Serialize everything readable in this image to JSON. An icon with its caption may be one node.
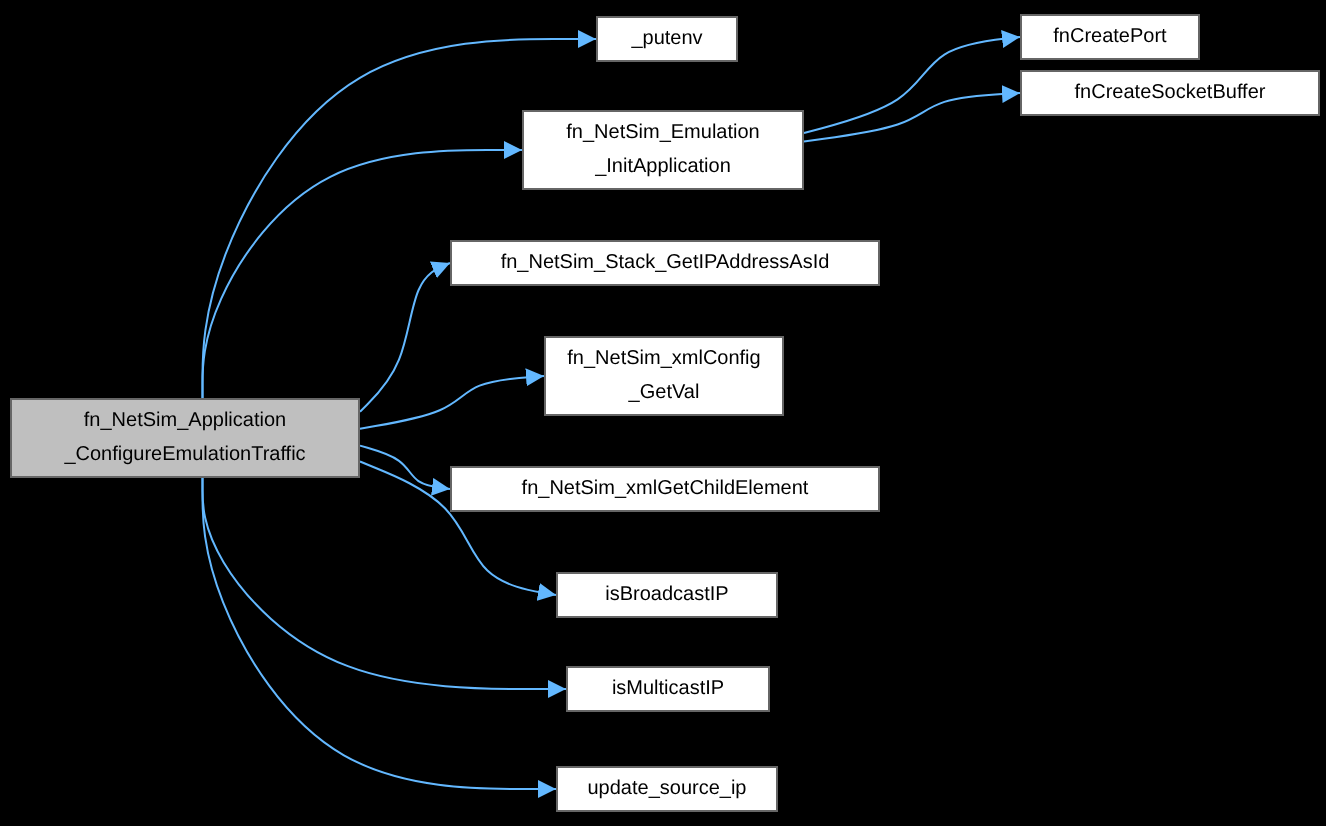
{
  "diagram": {
    "nodes": [
      {
        "text": [
          "fn_NetSim_Application _ConfigureEmulationTraffic"
        ]
      },
      {
        "text": [
          "_putenv"
        ]
      },
      {
        "text": [
          "fn_NetSim_Emulation _InitApplication"
        ]
      },
      {
        "text": [
          "fnCreatePort"
        ]
      },
      {
        "text": [
          "fnCreateSocketBuffer"
        ]
      },
      {
        "text": [
          "fn_NetSim_Stack_GetIPAddressAsId"
        ]
      },
      {
        "text": [
          "fn_NetSim_xmlConfig _GetVal"
        ]
      },
      {
        "text": [
          "fn_NetSim_xmlGetChildElement"
        ]
      },
      {
        "text": [
          "isBroadcastIP"
        ]
      },
      {
        "text": [
          "isMulticastIP"
        ]
      },
      {
        "text": [
          "update_source_ip"
        ]
      }
    ],
    "edges": [
      {
        "from": 0,
        "to": 1,
        "arrow": "to"
      },
      {
        "from": 0,
        "to": 2,
        "arrow": "to"
      },
      {
        "from": 2,
        "to": 3,
        "arrow": "to"
      },
      {
        "from": 2,
        "to": 4,
        "arrow": "to"
      },
      {
        "from": 0,
        "to": 5,
        "arrow": "to"
      },
      {
        "from": 0,
        "to": 6,
        "arrow": "to"
      },
      {
        "from": 0,
        "to": 7,
        "arrow": "to"
      },
      {
        "from": 0,
        "to": 8,
        "arrow": "to"
      },
      {
        "from": 0,
        "to": 9,
        "arrow": "to"
      },
      {
        "from": 0,
        "to": 10,
        "arrow": "to"
      }
    ]
  }
}
